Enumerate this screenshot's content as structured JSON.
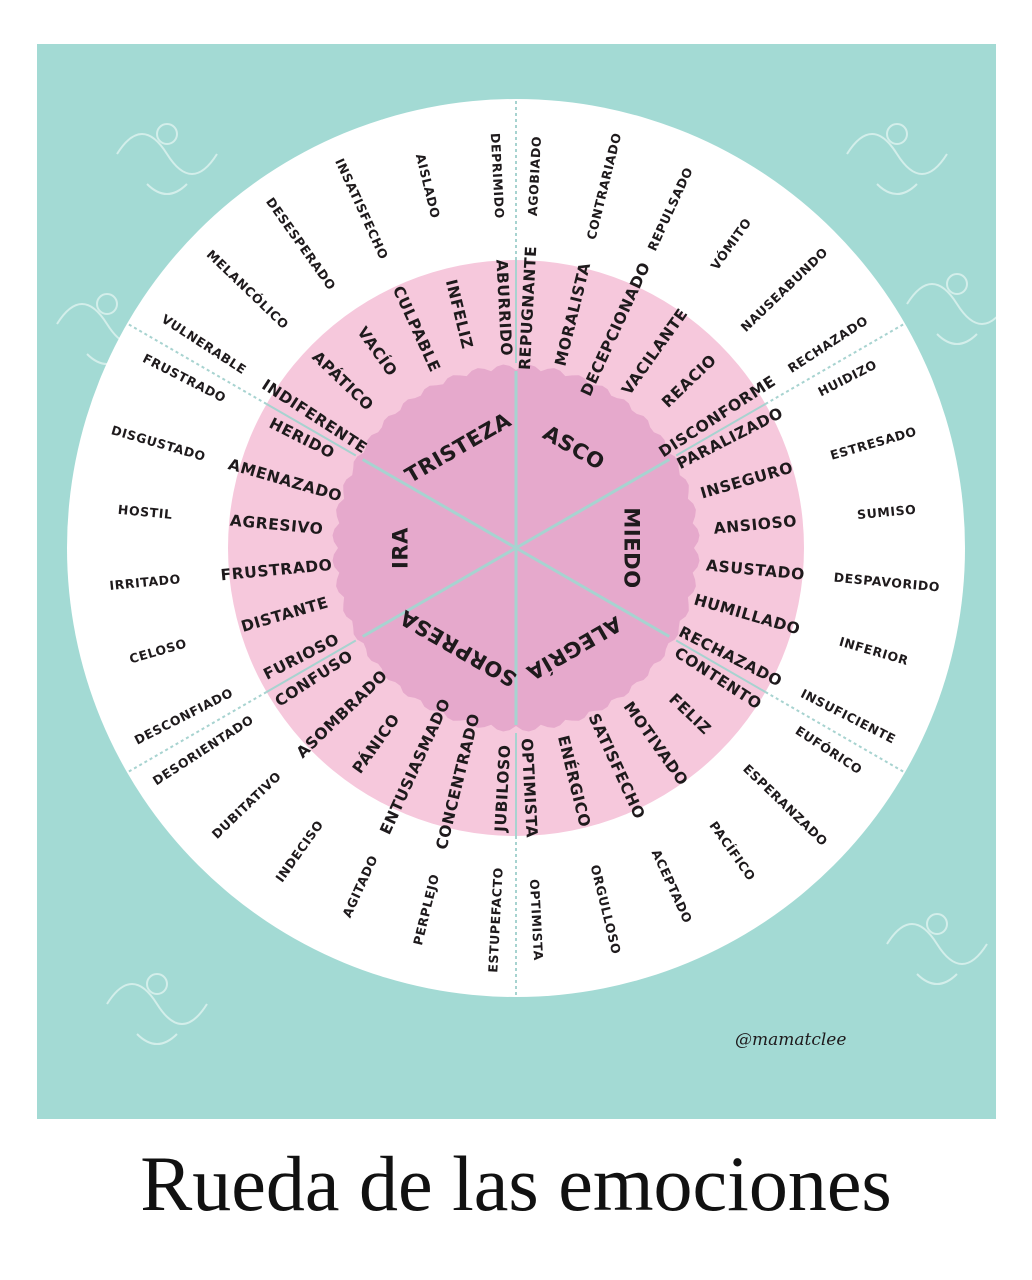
{
  "title": "Rueda de las emociones",
  "signature": "@mamatclee",
  "colors": {
    "background": "#a3dad4",
    "outer_ring": "#ffffff",
    "middle_ring": "#f6c8dc",
    "center": "#e6a9cc",
    "dividers": "#a7d3d0",
    "ink": "#1e1a1c"
  },
  "categories": [
    {
      "name": "TRISTEZA",
      "middle": [
        "INDIFERENTE",
        "APÁTICO",
        "VACÍO",
        "CULPABLE",
        "INFELIZ",
        "ABURRIDO"
      ],
      "outer": [
        "VULNERABLE",
        "MELANCÓLICO",
        "DESESPERADO",
        "INSATISFECHO",
        "AISLADO",
        "DEPRIMIDO"
      ]
    },
    {
      "name": "ASCO",
      "middle": [
        "REPUGNANTE",
        "MORALISTA",
        "DECEPCIONADO",
        "VACILANTE",
        "REACIO",
        "DISCONFORME"
      ],
      "outer": [
        "AGOBIADO",
        "CONTRARIADO",
        "REPULSADO",
        "VÓMITO",
        "NAUSEABUNDO",
        "RECHAZADO"
      ]
    },
    {
      "name": "MIEDO",
      "middle": [
        "PARALIZADO",
        "INSEGURO",
        "ANSIOSO",
        "ASUSTADO",
        "HUMILLADO",
        "RECHAZADO"
      ],
      "outer": [
        "HUIDIZO",
        "ESTRESADO",
        "SUMISO",
        "DESPAVORIDO",
        "INFERIOR",
        "INSUFICIENTE"
      ]
    },
    {
      "name": "ALEGRÍA",
      "middle": [
        "CONTENTO",
        "FELIZ",
        "MOTIVADO",
        "SATISFECHO",
        "ENÉRGICO",
        "OPTIMISTA"
      ],
      "outer": [
        "EUFÓRICO",
        "ESPERANZADO",
        "PACÍFICO",
        "ACEPTADO",
        "ORGULLOSO",
        "OPTIMISTA"
      ]
    },
    {
      "name": "SORPRESA",
      "middle": [
        "JUBILOSO",
        "CONCENTRADO",
        "ENTUSIASMADO",
        "PÁNICO",
        "ASOMBRADO",
        "CONFUSO"
      ],
      "outer": [
        "ESTUPEFACTO",
        "PERPLEJO",
        "AGITADO",
        "INDECISO",
        "DUBITATIVO",
        "DESORIENTADO"
      ]
    },
    {
      "name": "IRA",
      "middle": [
        "FURIOSO",
        "DISTANTE",
        "FRUSTRADO",
        "AGRESIVO",
        "AMENAZADO",
        "HERIDO"
      ],
      "outer": [
        "DESCONFIADO",
        "CELOSO",
        "IRRITADO",
        "HOSTIL",
        "DISGUSTADO",
        "FRUSTRADO"
      ]
    }
  ]
}
